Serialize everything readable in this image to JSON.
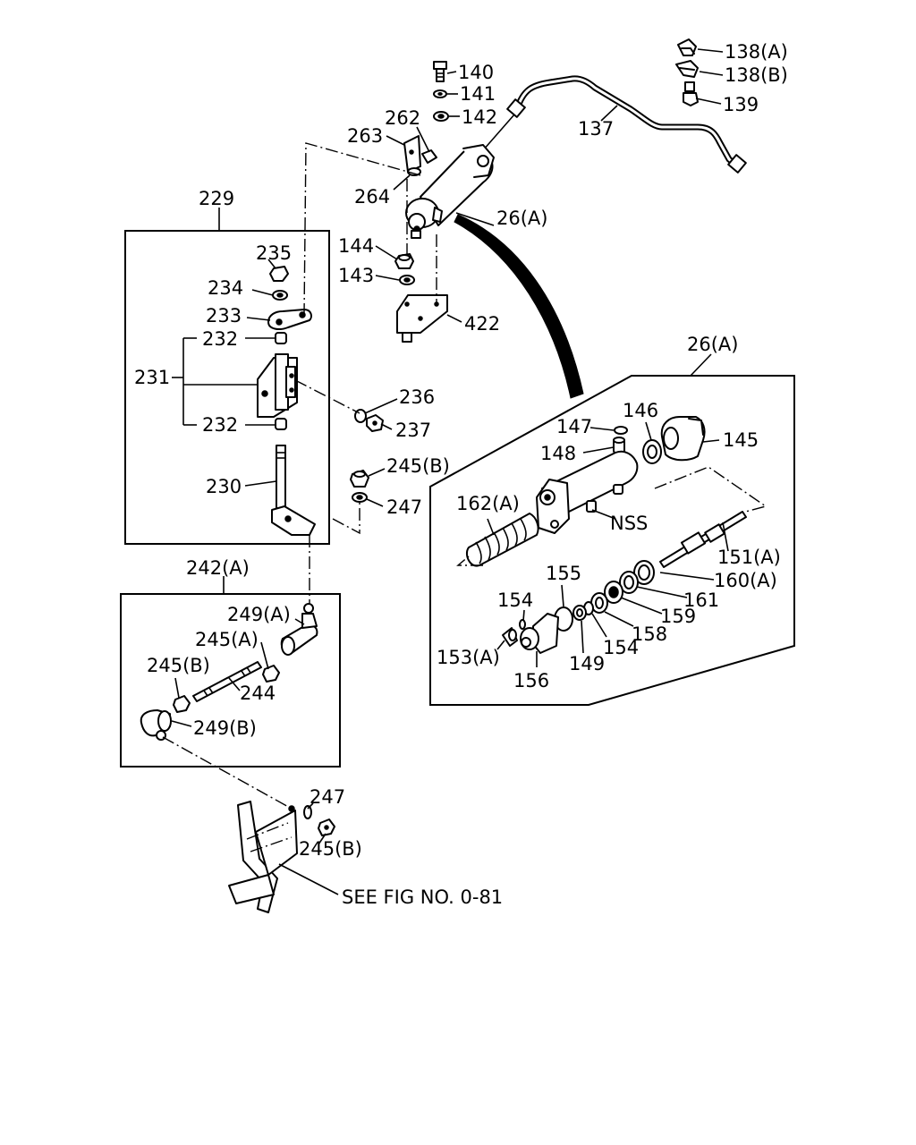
{
  "labels": {
    "p138a": "138(A)",
    "p138b": "138(B)",
    "p139": "139",
    "p140": "140",
    "p141": "141",
    "p142": "142",
    "p137": "137",
    "p262": "262",
    "p263": "263",
    "p264": "264",
    "p26a_top": "26(A)",
    "p144": "144",
    "p143": "143",
    "p422": "422",
    "p229": "229",
    "p235": "235",
    "p234": "234",
    "p233": "233",
    "p232_top": "232",
    "p231": "231",
    "p236": "236",
    "p237": "237",
    "p232_bottom": "232",
    "p230": "230",
    "p245b_mid": "245(B)",
    "p247_mid": "247",
    "p26a_box": "26(A)",
    "p147": "147",
    "p146": "146",
    "p145": "145",
    "p148": "148",
    "p162a": "162(A)",
    "nss": "NSS",
    "p151a": "151(A)",
    "p155": "155",
    "p160a": "160(A)",
    "p154_top": "154",
    "p161": "161",
    "p159": "159",
    "p153a": "153(A)",
    "p158": "158",
    "p154_bottom": "154",
    "p149": "149",
    "p156": "156",
    "p242a": "242(A)",
    "p249a": "249(A)",
    "p245a": "245(A)",
    "p245b_box": "245(B)",
    "p244": "244",
    "p249b": "249(B)",
    "p247_bottom": "247",
    "p245b_bottom": "245(B)",
    "see_fig": "SEE FIG NO. 0-81"
  }
}
